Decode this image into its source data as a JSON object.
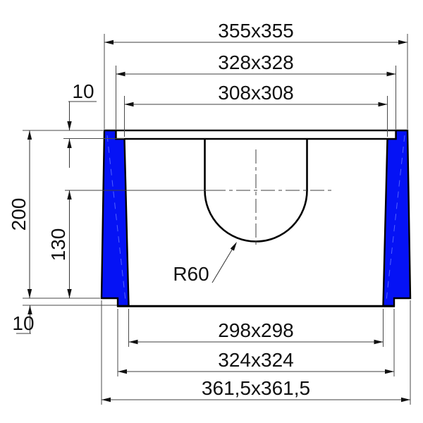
{
  "drawing": {
    "background": "#ffffff",
    "colors": {
      "wall_fill": "#0512f5",
      "wall_taper_line": "#5b6cff",
      "outline": "#000000",
      "dimension_line": "#3f3f3f",
      "text": "#111111"
    },
    "dimensions": {
      "top_outer_width": "355x355",
      "lid_width": "328x328",
      "top_opening_width": "308x308",
      "bottom_opening_width": "298x298",
      "bottom_step_width": "324x324",
      "bottom_outer_width": "361,5x361,5",
      "overall_height": "200",
      "invert_depth": "130",
      "lid_thickness": "10",
      "base_lip_height": "10",
      "channel_radius": "R60"
    }
  }
}
